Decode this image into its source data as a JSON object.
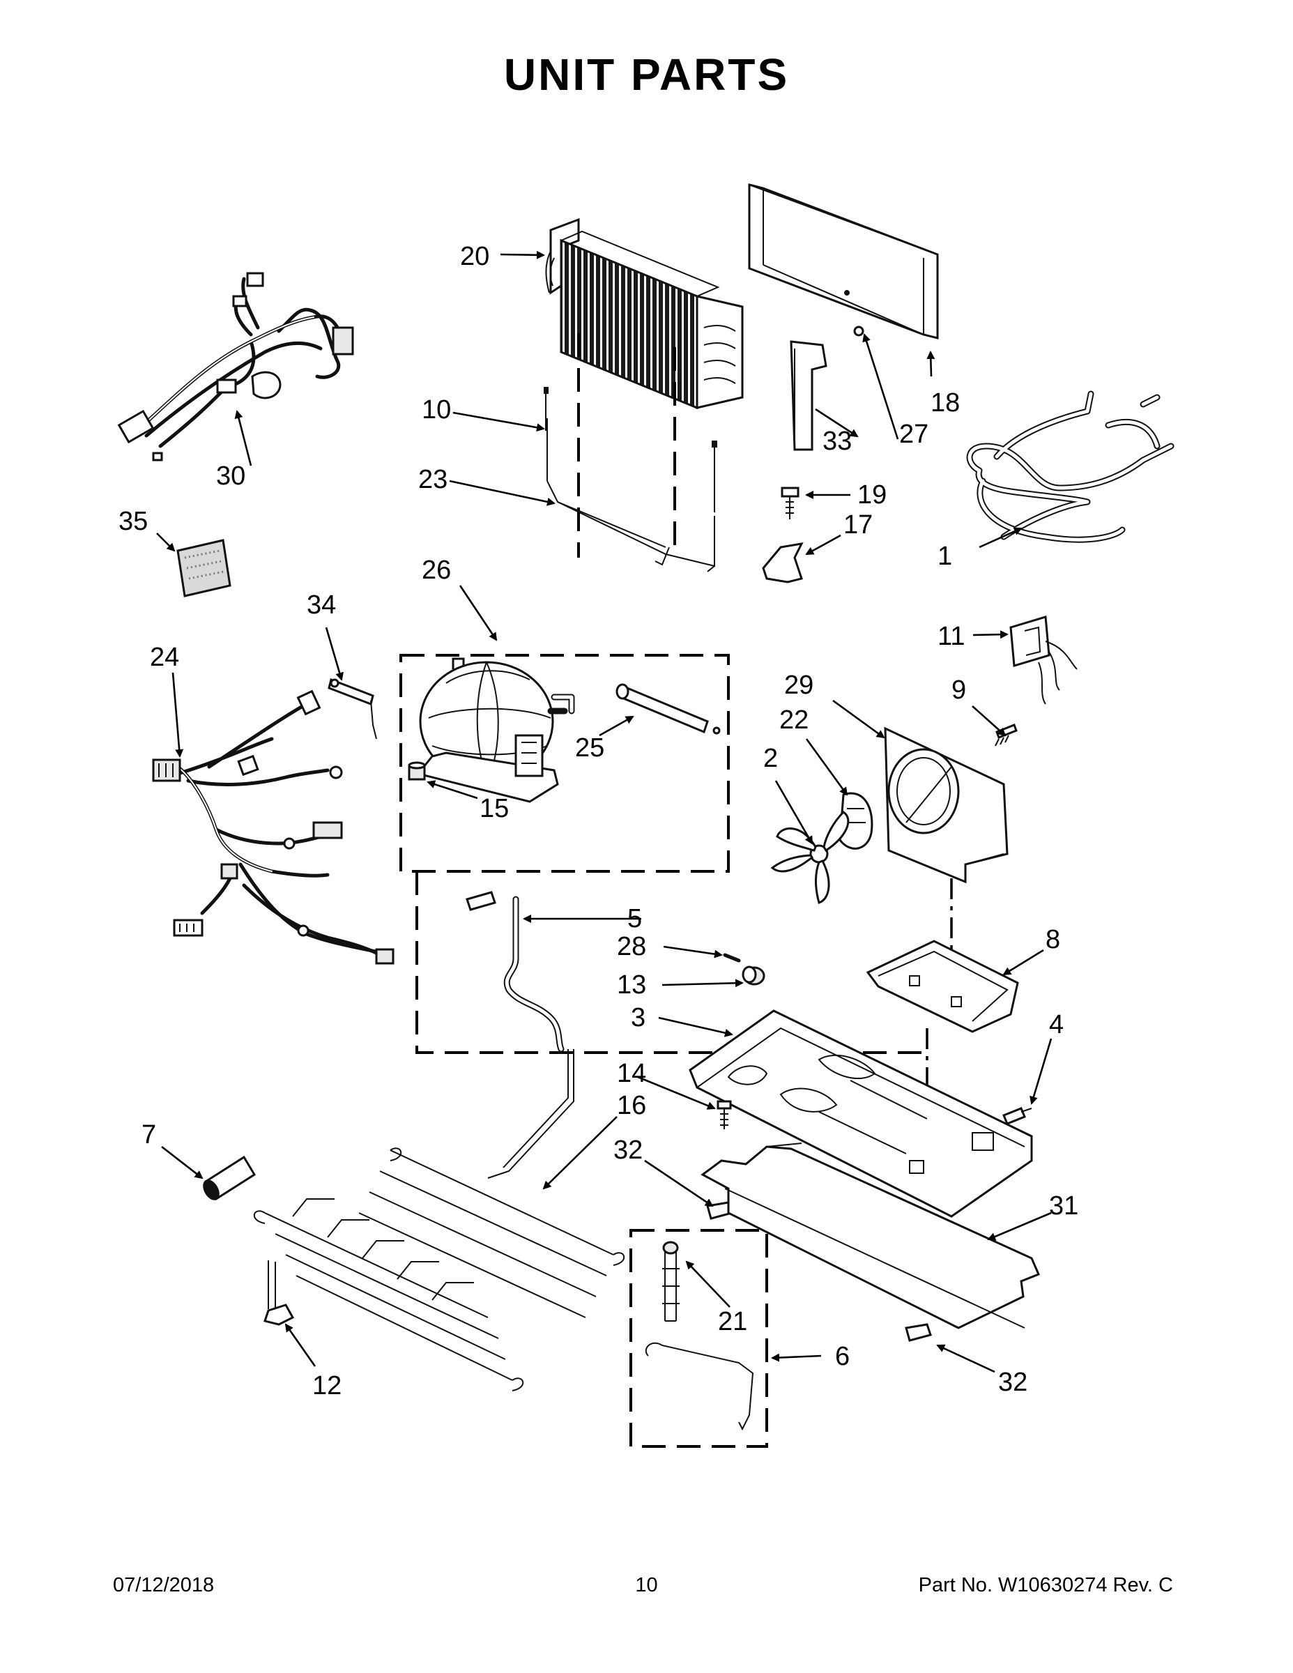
{
  "title": "UNIT PARTS",
  "callouts": {
    "c1": "1",
    "c2": "2",
    "c3": "3",
    "c4": "4",
    "c5": "5",
    "c6": "6",
    "c7": "7",
    "c8": "8",
    "c9": "9",
    "c10": "10",
    "c11": "11",
    "c12": "12",
    "c13": "13",
    "c14": "14",
    "c15": "15",
    "c16": "16",
    "c17": "17",
    "c18": "18",
    "c19": "19",
    "c20": "20",
    "c21": "21",
    "c22": "22",
    "c23": "23",
    "c24": "24",
    "c25": "25",
    "c26": "26",
    "c27": "27",
    "c28": "28",
    "c29": "29",
    "c30": "30",
    "c31": "31",
    "c32a": "32",
    "c32b": "32",
    "c33": "33",
    "c34": "34",
    "c35": "35"
  },
  "footer": {
    "date": "07/12/2018",
    "page": "10",
    "part_no": "Part No.  W10630274  Rev.  C"
  }
}
